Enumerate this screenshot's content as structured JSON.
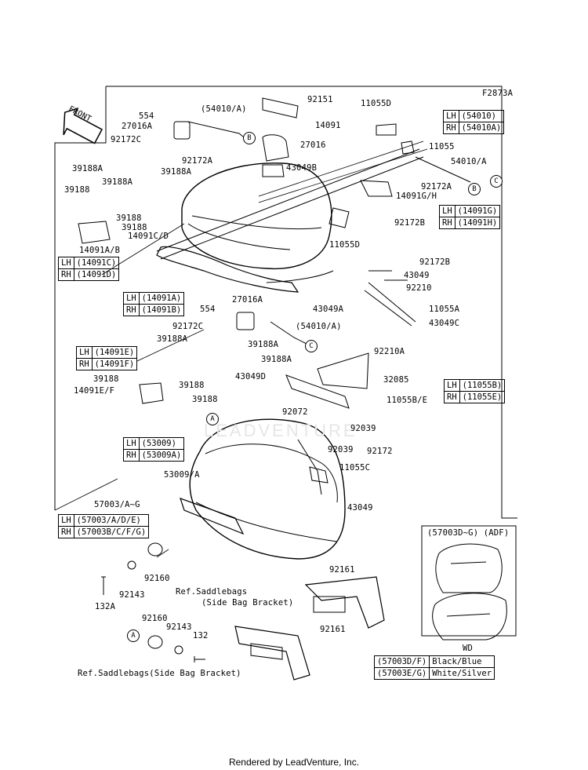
{
  "figure_code": "F2873A",
  "front_label": "FRONT",
  "watermark": "LEADVENTURE",
  "footer": "Rendered by LeadVenture, Inc.",
  "callouts": {
    "c554_top": "554",
    "c54010a_top": "(54010/A)",
    "c92151": "92151",
    "c27016a_top": "27016A",
    "c14091": "14091",
    "c92172c_top": "92172C",
    "c27016": "27016",
    "c92172a_top": "92172A",
    "c43049b": "43049B",
    "c39188a_1": "39188A",
    "c39188a_2": "39188A",
    "c39188a_3": "39188A",
    "c39188_1": "39188",
    "c39188_2": "39188",
    "c39188_3": "39188",
    "c14091cd": "14091C/D",
    "c14091ab": "14091A/B",
    "c11055d_top": "11055D",
    "c11055": "11055",
    "c54010a_right": "54010/A",
    "c92172a_right": "92172A",
    "c14091gh": "14091G/H",
    "c92172b_top": "92172B",
    "c11055d_mid": "11055D",
    "c92172b_mid": "92172B",
    "c43049_a": "43049",
    "c92210": "92210",
    "c11055a": "11055A",
    "c43049c": "43049C",
    "c43049a": "43049A",
    "c27016a_mid": "27016A",
    "c554_mid": "554",
    "c92172c_mid": "92172C",
    "c54010a_mid": "(54010/A)",
    "c39188a_4": "39188A",
    "c39188a_5": "39188A",
    "c39188a_6": "39188A",
    "c92210a": "92210A",
    "c32085": "32085",
    "c43049d": "43049D",
    "c11055be": "11055B/E",
    "c39188_4": "39188",
    "c39188_5": "39188",
    "c14091ef": "14091E/F",
    "c39188_6": "39188",
    "c92072": "92072",
    "c92039_a": "92039",
    "c92039_b": "92039",
    "c92172": "92172",
    "c11055c": "11055C",
    "c53009a": "53009/A",
    "c57003ag": "57003/A~G",
    "c43049_b": "43049",
    "c92160_a": "92160",
    "c92143_a": "92143",
    "c132a": "132A",
    "c92161_a": "92161",
    "c92161_b": "92161",
    "c92160_b": "92160",
    "c92143_b": "92143",
    "c132": "132",
    "ref_1a": "Ref.Saddlebags",
    "ref_1b": "(Side Bag Bracket)",
    "ref_2": "Ref.Saddlebags(Side Bag Bracket)"
  },
  "circle_letters": {
    "b1": "B",
    "b2": "B",
    "c1": "C",
    "c2": "C",
    "a1": "A",
    "a2": "A"
  },
  "side_tables": {
    "t54010": {
      "lh": "LH",
      "lh_v": "(54010)",
      "rh": "RH",
      "rh_v": "(54010A)"
    },
    "t14091gh": {
      "lh": "LH",
      "lh_v": "(14091G)",
      "rh": "RH",
      "rh_v": "(14091H)"
    },
    "t14091cd": {
      "lh": "LH",
      "lh_v": "(14091C)",
      "rh": "RH",
      "rh_v": "(14091D)"
    },
    "t14091ab": {
      "lh": "LH",
      "lh_v": "(14091A)",
      "rh": "RH",
      "rh_v": "(14091B)"
    },
    "t14091ef": {
      "lh": "LH",
      "lh_v": "(14091E)",
      "rh": "RH",
      "rh_v": "(14091F)"
    },
    "t11055be": {
      "lh": "LH",
      "lh_v": "(11055B)",
      "rh": "RH",
      "rh_v": "(11055E)"
    },
    "t53009": {
      "lh": "LH",
      "lh_v": "(53009)",
      "rh": "RH",
      "rh_v": "(53009A)"
    },
    "t57003": {
      "lh": "LH",
      "lh_v": "(57003/A/D/E)",
      "rh": "RH",
      "rh_v": "(57003B/C/F/G)"
    }
  },
  "inset": {
    "title": "(57003D~G) (ADF)",
    "wd": "WD",
    "rows": [
      {
        "code": "(57003D/F)",
        "color": "Black/Blue"
      },
      {
        "code": "(57003E/G)",
        "color": "White/Silver"
      }
    ]
  }
}
